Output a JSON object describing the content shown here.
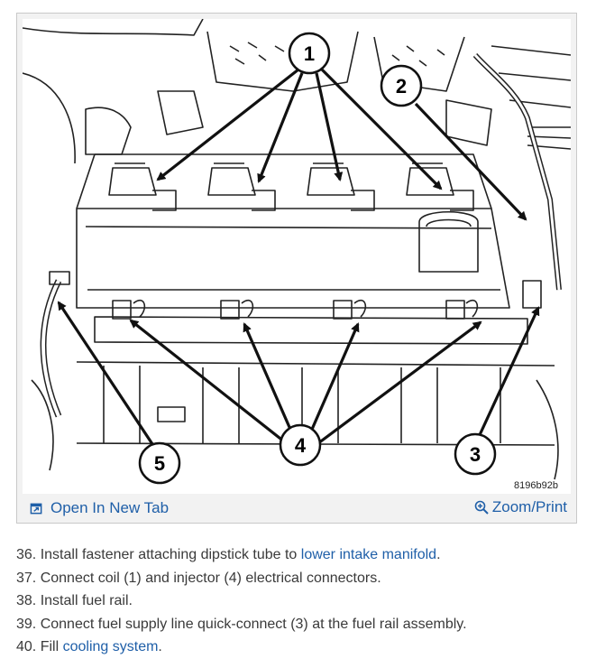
{
  "figure": {
    "callouts": [
      "1",
      "2",
      "3",
      "4",
      "5"
    ],
    "figure_code": "8196b92b",
    "open_tab_label": "Open In New Tab",
    "zoom_print_label": "Zoom/Print",
    "icons": {
      "open_tab": "external-link-icon",
      "zoom": "zoom-in-icon"
    },
    "link_color": "#1f5fa8"
  },
  "steps": [
    {
      "number": "36.",
      "text": "Install fastener attaching dipstick tube to ",
      "link": "lower intake manifold",
      "after": "."
    },
    {
      "number": "37.",
      "text": "Connect coil (1) and injector (4) electrical connectors.",
      "link": "",
      "after": ""
    },
    {
      "number": "38.",
      "text": "Install fuel rail.",
      "link": "",
      "after": ""
    },
    {
      "number": "39.",
      "text": "Connect fuel supply line quick-connect (3) at the fuel rail assembly.",
      "link": "",
      "after": ""
    },
    {
      "number": "40.",
      "text": "Fill ",
      "link": "cooling system",
      "after": "."
    }
  ]
}
